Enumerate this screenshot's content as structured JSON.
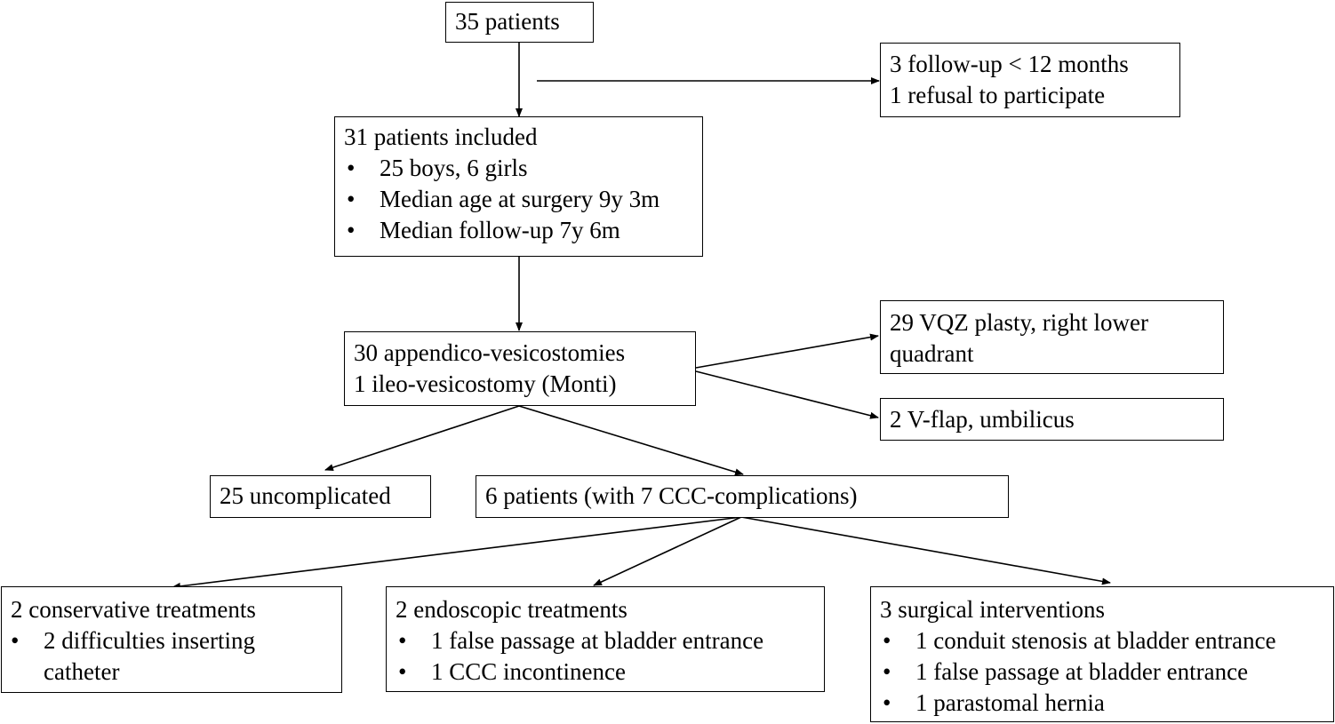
{
  "nodes": {
    "start": {
      "line1": "35 patients"
    },
    "excluded": {
      "line1": "3 follow-up < 12 months",
      "line2": "1 refusal to participate"
    },
    "included": {
      "title": "31 patients included",
      "bullets": [
        "25 boys, 6 girls",
        "Median age at surgery 9y 3m",
        "Median follow-up 7y 6m"
      ]
    },
    "procedures": {
      "line1": "30 appendico-vesicostomies",
      "line2": "1 ileo-vesicostomy (Monti)"
    },
    "vqz": {
      "line1": "29 VQZ plasty, right lower",
      "line2": "quadrant"
    },
    "vflap": {
      "line1": "2 V-flap, umbilicus"
    },
    "uncomplicated": {
      "line1": "25 uncomplicated"
    },
    "complications": {
      "line1": "6 patients (with 7 CCC-complications)"
    },
    "conservative": {
      "title": "2 conservative treatments",
      "bullets": [
        "2 difficulties inserting catheter"
      ]
    },
    "endoscopic": {
      "title": "2 endoscopic treatments",
      "bullets": [
        "1 false passage at bladder entrance",
        "1 CCC incontinence"
      ]
    },
    "surgical": {
      "title": "3 surgical interventions",
      "bullets": [
        "1 conduit stenosis at bladder entrance",
        "1 false passage at bladder entrance",
        "1 parastomal hernia"
      ]
    }
  },
  "bullet_symbol": "•"
}
